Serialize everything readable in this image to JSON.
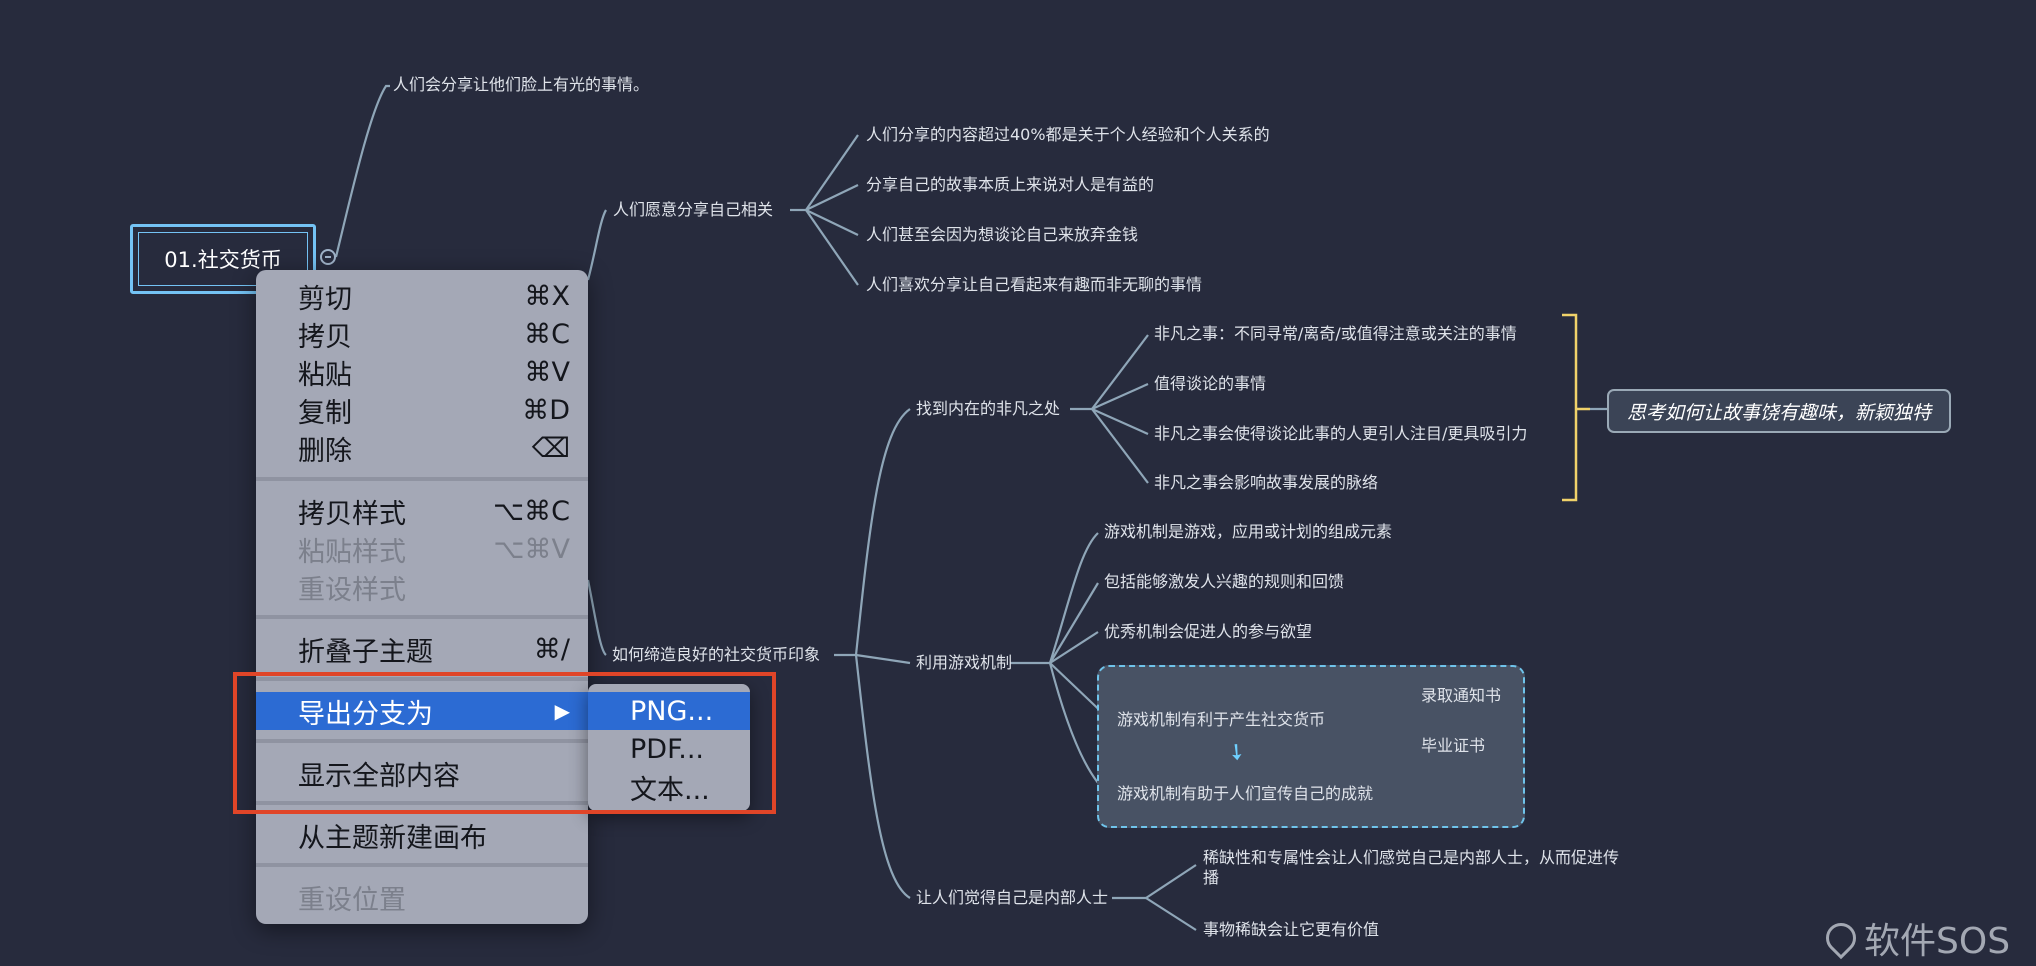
{
  "mindmap": {
    "root": "01.社交货币",
    "branch_top": "人们会分享让他们脸上有光的事情。",
    "branch_share": {
      "label": "人们愿意分享自己相关",
      "children": [
        "人们分享的内容超过40%都是关于个人经验和个人关系的",
        "分享自己的故事本质上来说对人是有益的",
        "人们甚至会因为想谈论自己来放弃金钱",
        "人们喜欢分享让自己看起来有趣而非无聊的事情"
      ]
    },
    "branch_impression": {
      "label": "如何缔造良好的社交货币印象",
      "remarkable": {
        "label": "找到内在的非凡之处",
        "children": [
          "非凡之事：不同寻常/离奇/或值得注意或关注的事情",
          "值得谈论的事情",
          "非凡之事会使得谈论此事的人更引人注目/更具吸引力",
          "非凡之事会影响故事发展的脉络"
        ],
        "summary": "思考如何让故事饶有趣味，新颖独特"
      },
      "game": {
        "label": "利用游戏机制",
        "children": [
          "游戏机制是游戏，应用或计划的组成元素",
          "包括能够激发人兴趣的规则和回馈",
          "优秀机制会促进人的参与欲望",
          "游戏机制有利于产生社交货币",
          "游戏机制有助于人们宣传自己的成就"
        ],
        "sub_children": [
          "录取通知书",
          "毕业证书"
        ]
      },
      "insider": {
        "label": "让人们觉得自己是内部人士",
        "children": [
          "稀缺性和专属性会让人们感觉自己是内部人士，从而促进传播",
          "事物稀缺会让它更有价值"
        ]
      }
    }
  },
  "context_menu": {
    "items": [
      {
        "label": "剪切",
        "shortcut": "⌘X"
      },
      {
        "label": "拷贝",
        "shortcut": "⌘C"
      },
      {
        "label": "粘贴",
        "shortcut": "⌘V"
      },
      {
        "label": "复制",
        "shortcut": "⌘D"
      },
      {
        "label": "删除",
        "shortcut": "⌫"
      },
      {
        "label": "拷贝样式",
        "shortcut": "⌥⌘C"
      },
      {
        "label": "粘贴样式",
        "shortcut": "⌥⌘V"
      },
      {
        "label": "重设样式",
        "shortcut": ""
      },
      {
        "label": "折叠子主题",
        "shortcut": "⌘/"
      },
      {
        "label": "导出分支为",
        "shortcut": "▶"
      },
      {
        "label": "显示全部内容",
        "shortcut": ""
      },
      {
        "label": "从主题新建画布",
        "shortcut": ""
      },
      {
        "label": "重设位置",
        "shortcut": ""
      }
    ],
    "submenu": [
      "PNG...",
      "PDF...",
      "文本..."
    ]
  },
  "watermark": "软件SOS",
  "colors": {
    "background": "#272b3d",
    "line": "#8fa6b8",
    "accent": "#2c6bd3",
    "highlight": "#e04528",
    "brace": "#f0d26a"
  }
}
